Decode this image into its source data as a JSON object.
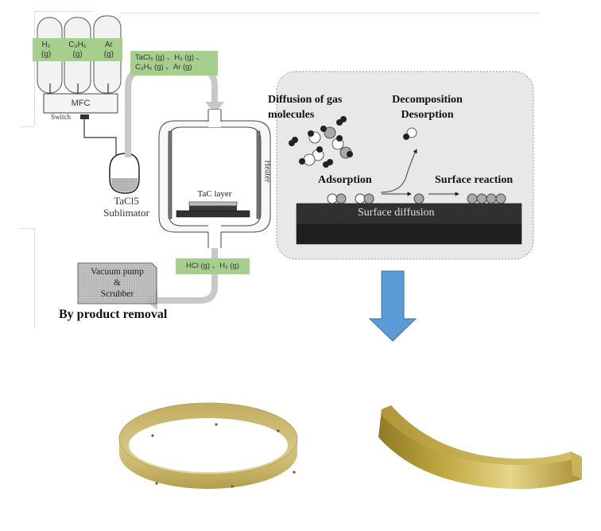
{
  "diagram": {
    "gas_cylinders": [
      {
        "name": "H₂",
        "state": "(g)"
      },
      {
        "name": "C₃H₆",
        "state": "(g)"
      },
      {
        "name": "Ar",
        "state": "(g)"
      }
    ],
    "mfc_label": "MFC",
    "switch_label": "Switch",
    "feed_gas_line1": "TaCl₅ (g) 、H₂ (g) 、",
    "feed_gas_line2": "C₃H₆ (g) 、Ar (g)",
    "sublimator_line1": "TaCl5",
    "sublimator_line2": "Sublimator",
    "heater_label": "Heater",
    "tac_layer_label": "TaC layer",
    "exhaust_gas": "HCl (g) 、H₂ (g)",
    "pump_line1": "Vacuum pump",
    "pump_line2": "&",
    "pump_line3": "Scrubber",
    "byproduct_label": "By product removal",
    "mechanism": {
      "diffusion_line1": "Diffusion of gas",
      "diffusion_line2": "molecules",
      "decomposition": "Decomposition",
      "desorption": "Desorption",
      "adsorption": "Adsorption",
      "surface_reaction": "Surface reaction",
      "surface_diffusion": "Surface diffusion"
    },
    "colors": {
      "label_green": "#a6cf8e",
      "arrow_blue": "#5b9bd5",
      "mechanism_panel": "#e8e8e8",
      "pipe_gray": "#c8c8c8",
      "gold": "#c9b25a"
    },
    "products": [
      {
        "name": "tac-coated-ring"
      },
      {
        "name": "tac-coated-arc-segment"
      }
    ]
  }
}
